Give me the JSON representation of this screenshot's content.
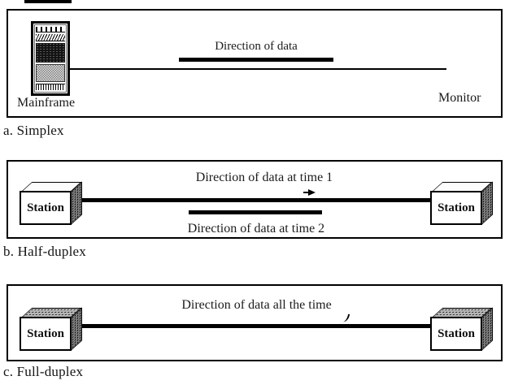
{
  "figure": {
    "background": "#ffffff",
    "ink_color": "#000000",
    "text_color": "#1a1a1a"
  },
  "panels": [
    {
      "caption": "a. Simplex",
      "left_device": {
        "kind": "mainframe",
        "label": "Mainframe"
      },
      "right_device": {
        "kind": "monitor",
        "label": "Monitor"
      },
      "flows": [
        {
          "label": "Direction of data",
          "direction": "left-to-right"
        }
      ]
    },
    {
      "caption": "b. Half-duplex",
      "left_device": {
        "kind": "station",
        "label": "Station"
      },
      "right_device": {
        "kind": "station",
        "label": "Station"
      },
      "flows": [
        {
          "label": "Direction of data at time 1",
          "direction": "left-to-right"
        },
        {
          "label": "Direction of data at time 2",
          "direction": "right-to-left"
        }
      ]
    },
    {
      "caption": "c. Full-duplex",
      "left_device": {
        "kind": "station",
        "label": "Station"
      },
      "right_device": {
        "kind": "station",
        "label": "Station"
      },
      "flows": [
        {
          "label": "Direction of data all the time",
          "direction": "both"
        }
      ]
    }
  ]
}
